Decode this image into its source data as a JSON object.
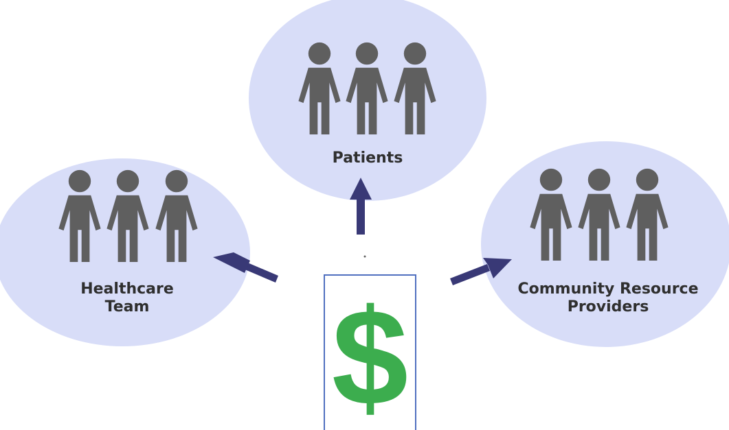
{
  "groups": {
    "patients": {
      "label": "Patients",
      "icon": "three-people-icon"
    },
    "healthcare_team": {
      "label_line1": "Healthcare",
      "label_line2": "Team",
      "icon": "three-people-icon"
    },
    "community": {
      "label_line1": "Community Resource",
      "label_line2": "Providers",
      "icon": "three-people-icon"
    }
  },
  "center": {
    "symbol": "$",
    "icon": "dollar-sign-icon"
  },
  "colors": {
    "bubble": "#d8ddf8",
    "person": "#5f5f5f",
    "arrow": "#393976",
    "dollar": "#3cad4e",
    "box_border": "#4f6fbf",
    "text": "#2f2f2f"
  }
}
